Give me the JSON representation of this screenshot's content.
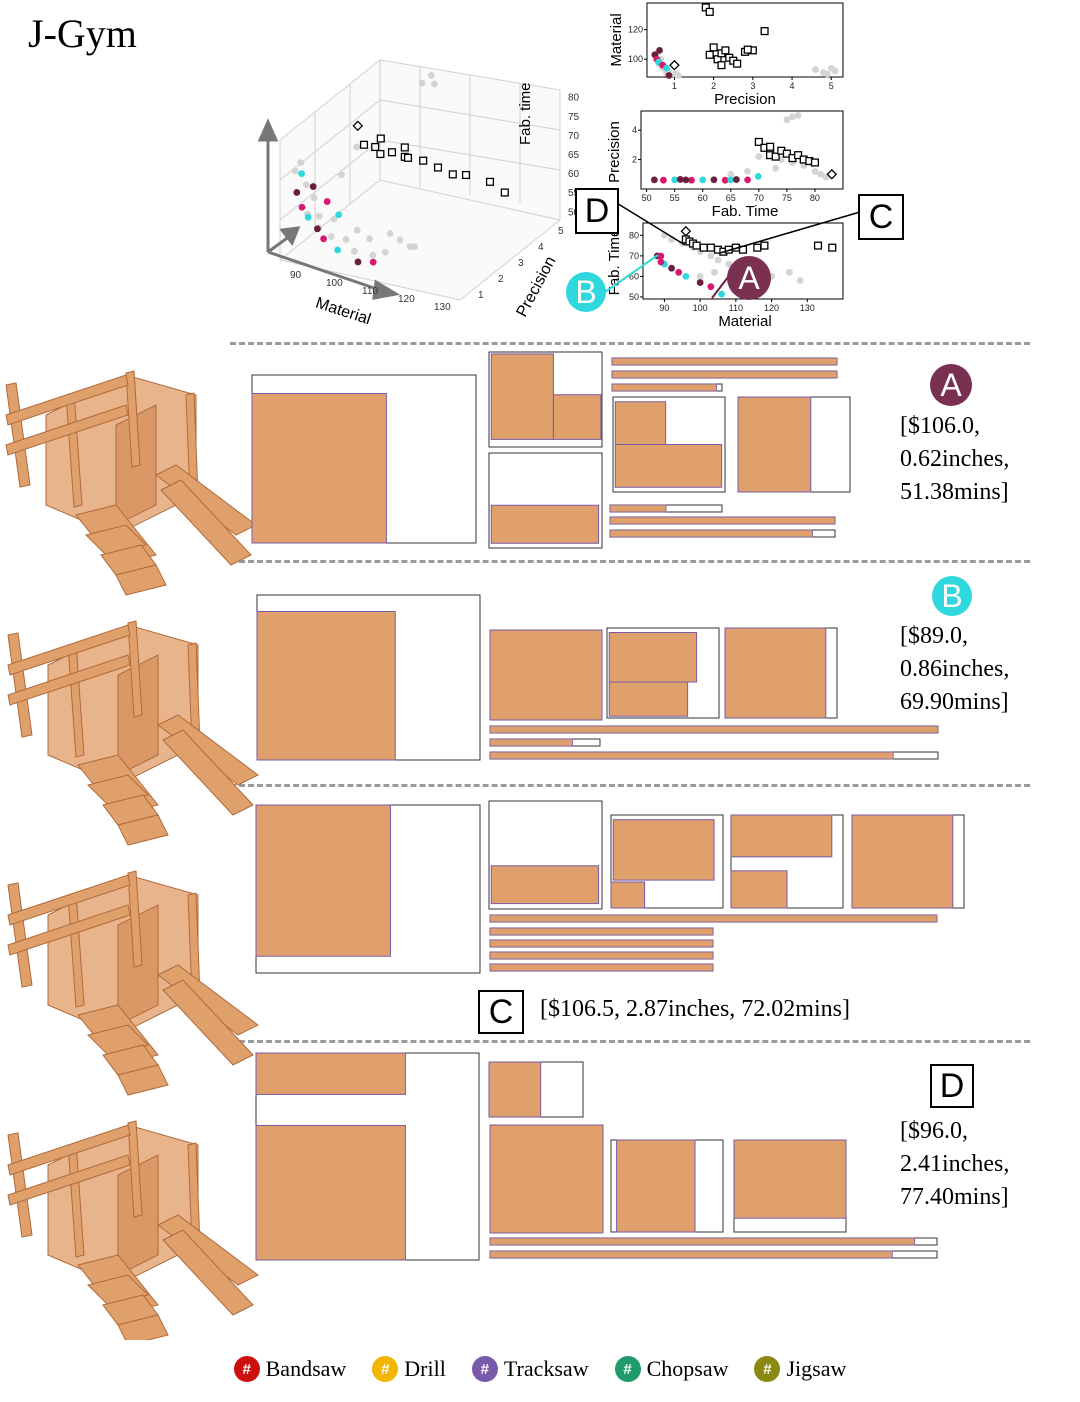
{
  "title": "J-Gym",
  "colors": {
    "wood": "#e0a06c",
    "wood_edge": "#b06a3a",
    "cut_line": "#7a5aa8",
    "pareto_dark": "#6b1f3f",
    "pareto_magenta": "#d6186f",
    "pareto_cyan": "#2fd8dc",
    "other_points": "#d4d4d4",
    "label_A": "#7a3050",
    "label_B": "#2fd8dc"
  },
  "chart_data": [
    {
      "type": "scatter",
      "id": "3d",
      "projection": "3d",
      "xlabel": "Material",
      "ylabel": "Precision",
      "zlabel": "Fab. time",
      "xticks": [
        "90",
        "100",
        "110",
        "120",
        "130"
      ],
      "yticks": [
        "1",
        "2",
        "3",
        "4",
        "5"
      ],
      "zticks": [
        "50",
        "55",
        "60",
        "65",
        "70",
        "75",
        "80"
      ],
      "xlim": [
        85,
        135
      ],
      "ylim": [
        0.5,
        5.5
      ],
      "zlim": [
        48,
        82
      ],
      "series": [
        {
          "role": "other",
          "marker": "circle",
          "points": [
            [
              87,
              0.9,
              70
            ],
            [
              88,
              1.0,
              72
            ],
            [
              89,
              1.1,
              66
            ],
            [
              90,
              1.3,
              62
            ],
            [
              91,
              0.8,
              60
            ],
            [
              92,
              1.2,
              58
            ],
            [
              93,
              1.0,
              56
            ],
            [
              95,
              1.4,
              57
            ],
            [
              97,
              0.9,
              55
            ],
            [
              100,
              1.1,
              54
            ],
            [
              102,
              1.3,
              56
            ],
            [
              104,
              0.8,
              53
            ],
            [
              106,
              1.2,
              55
            ],
            [
              108,
              1.0,
              52
            ],
            [
              110,
              1.5,
              56
            ],
            [
              112,
              0.9,
              54
            ],
            [
              115,
              1.1,
              57
            ],
            [
              118,
              1.3,
              55
            ],
            [
              120,
              0.7,
              58
            ],
            [
              100,
              4.9,
              79
            ],
            [
              102,
              5.0,
              81
            ],
            [
              104,
              4.8,
              80
            ],
            [
              98,
              2.0,
              74
            ],
            [
              96,
              1.6,
              68
            ]
          ]
        },
        {
          "role": "pareto",
          "marker": "circle",
          "points": [
            [
              89,
              0.62,
              66
            ],
            [
              90,
              0.7,
              62
            ],
            [
              92,
              0.65,
              60
            ],
            [
              94,
              0.75,
              57
            ],
            [
              96,
              0.7,
              55
            ],
            [
              100,
              0.68,
              53
            ],
            [
              106,
              0.62,
              51.38
            ],
            [
              110,
              0.66,
              52
            ],
            [
              89,
              0.86,
              69.9
            ],
            [
              92,
              0.9,
              67
            ],
            [
              96,
              0.88,
              64
            ],
            [
              99,
              0.92,
              61
            ]
          ]
        },
        {
          "role": "other_designs",
          "marker": "square",
          "points": [
            [
              100,
              2.0,
              75
            ],
            [
              102,
              2.2,
              74
            ],
            [
              104,
              2.1,
              73
            ],
            [
              103,
              2.3,
              76
            ],
            [
              105,
              2.5,
              72
            ],
            [
              108,
              2.6,
              71
            ],
            [
              110,
              2.4,
              72
            ],
            [
              112,
              2.8,
              70
            ],
            [
              106.5,
              2.87,
              72.02
            ],
            [
              115,
              3.0,
              68
            ],
            [
              118,
              3.2,
              66
            ],
            [
              120,
              3.5,
              65
            ],
            [
              125,
              3.8,
              63
            ],
            [
              128,
              4.0,
              60
            ]
          ]
        },
        {
          "role": "design_D",
          "marker": "diamond",
          "points": [
            [
              96,
              2.41,
              77.4
            ]
          ]
        }
      ]
    },
    {
      "type": "scatter",
      "id": "material-precision",
      "xlabel": "Precision",
      "ylabel": "Material",
      "xticks": [
        "1",
        "2",
        "3",
        "4",
        "5"
      ],
      "yticks": [
        "100",
        "120"
      ],
      "xlim": [
        0.3,
        5.3
      ],
      "ylim": [
        88,
        138
      ],
      "series": [
        {
          "role": "other",
          "marker": "circle",
          "points": [
            [
              0.6,
              97
            ],
            [
              0.7,
              94
            ],
            [
              0.8,
              91
            ],
            [
              0.9,
              90
            ],
            [
              0.65,
              100
            ],
            [
              0.75,
              95
            ],
            [
              0.85,
              92
            ],
            [
              1.0,
              90
            ],
            [
              1.1,
              89
            ],
            [
              0.55,
              104
            ],
            [
              4.6,
              93
            ],
            [
              4.8,
              91
            ],
            [
              5.0,
              94
            ],
            [
              5.1,
              92
            ],
            [
              4.9,
              90
            ]
          ]
        },
        {
          "role": "pareto",
          "marker": "circle",
          "points": [
            [
              0.5,
              103
            ],
            [
              0.55,
              100
            ],
            [
              0.6,
              98
            ],
            [
              0.62,
              106
            ],
            [
              0.7,
              96
            ],
            [
              0.8,
              94
            ],
            [
              0.86,
              89
            ]
          ]
        },
        {
          "role": "other_designs",
          "marker": "square",
          "points": [
            [
              1.8,
              135
            ],
            [
              1.9,
              132
            ],
            [
              1.9,
              103
            ],
            [
              2.0,
              108
            ],
            [
              2.1,
              100
            ],
            [
              2.2,
              104
            ],
            [
              2.3,
              106
            ],
            [
              2.4,
              101
            ],
            [
              2.5,
              99
            ],
            [
              2.6,
              97
            ],
            [
              2.2,
              96
            ],
            [
              2.8,
              105
            ],
            [
              3.0,
              106
            ],
            [
              3.3,
              119
            ],
            [
              2.87,
              106.5
            ]
          ]
        },
        {
          "role": "design_D",
          "marker": "diamond",
          "points": [
            [
              1.0,
              96
            ]
          ]
        }
      ]
    },
    {
      "type": "scatter",
      "id": "precision-fabtime",
      "xlabel": "Fab. Time",
      "ylabel": "Precision",
      "xticks": [
        "50",
        "55",
        "60",
        "65",
        "70",
        "75",
        "80"
      ],
      "yticks": [
        "2",
        "4"
      ],
      "xlim": [
        49,
        85
      ],
      "ylim": [
        0,
        5.3
      ],
      "series": [
        {
          "role": "other",
          "marker": "circle",
          "points": [
            [
              70,
              2.2
            ],
            [
              72,
              2.5
            ],
            [
              74,
              2.0
            ],
            [
              76,
              1.8
            ],
            [
              78,
              1.6
            ],
            [
              80,
              1.2
            ],
            [
              81,
              1.0
            ],
            [
              82,
              0.8
            ],
            [
              75,
              4.7
            ],
            [
              76,
              4.9
            ],
            [
              77,
              5.0
            ],
            [
              65,
              1.0
            ],
            [
              68,
              1.2
            ],
            [
              73,
              1.4
            ]
          ]
        },
        {
          "role": "pareto",
          "marker": "circle",
          "points": [
            [
              51.38,
              0.62
            ],
            [
              53,
              0.6
            ],
            [
              55,
              0.62
            ],
            [
              56,
              0.65
            ],
            [
              58,
              0.6
            ],
            [
              60,
              0.62
            ],
            [
              62,
              0.63
            ],
            [
              64,
              0.6
            ],
            [
              65,
              0.62
            ],
            [
              66,
              0.64
            ],
            [
              68,
              0.62
            ],
            [
              69.9,
              0.86
            ],
            [
              57,
              0.62
            ]
          ]
        },
        {
          "role": "other_designs",
          "marker": "square",
          "points": [
            [
              70,
              3.2
            ],
            [
              71,
              2.8
            ],
            [
              72,
              2.5
            ],
            [
              72,
              2.3
            ],
            [
              73,
              2.2
            ],
            [
              74,
              2.6
            ],
            [
              75,
              2.4
            ],
            [
              76,
              2.1
            ],
            [
              77,
              2.3
            ],
            [
              78,
              2.0
            ],
            [
              79,
              1.9
            ],
            [
              80,
              1.8
            ],
            [
              72.02,
              2.87
            ]
          ]
        },
        {
          "role": "design_D",
          "marker": "diamond",
          "points": [
            [
              83,
              1.0
            ]
          ]
        }
      ]
    },
    {
      "type": "scatter",
      "id": "fabtime-material",
      "xlabel": "Material",
      "ylabel": "Fab. Time",
      "xticks": [
        "90",
        "100",
        "110",
        "120",
        "130"
      ],
      "yticks": [
        "50",
        "60",
        "70",
        "80"
      ],
      "xlim": [
        84,
        140
      ],
      "ylim": [
        49,
        86
      ],
      "series": [
        {
          "role": "other",
          "marker": "circle",
          "points": [
            [
              90,
              80
            ],
            [
              92,
              78
            ],
            [
              95,
              76
            ],
            [
              98,
              74
            ],
            [
              100,
              72
            ],
            [
              103,
              70
            ],
            [
              105,
              68
            ],
            [
              108,
              66
            ],
            [
              110,
              63
            ],
            [
              113,
              61
            ],
            [
              115,
              58
            ],
            [
              118,
              56
            ],
            [
              120,
              60
            ],
            [
              125,
              62
            ],
            [
              128,
              58
            ],
            [
              100,
              60
            ],
            [
              104,
              62
            ]
          ]
        },
        {
          "role": "pareto",
          "marker": "circle",
          "points": [
            [
              88,
              70
            ],
            [
              89,
              69.9
            ],
            [
              90,
              66
            ],
            [
              92,
              64
            ],
            [
              94,
              62
            ],
            [
              96,
              60
            ],
            [
              100,
              57
            ],
            [
              103,
              55
            ],
            [
              106,
              51.38
            ],
            [
              110,
              53
            ],
            [
              89,
              67
            ]
          ]
        },
        {
          "role": "other_designs",
          "marker": "square",
          "points": [
            [
              96,
              78
            ],
            [
              97,
              77
            ],
            [
              98,
              76
            ],
            [
              99,
              75
            ],
            [
              101,
              74
            ],
            [
              103,
              74
            ],
            [
              105,
              73
            ],
            [
              106.5,
              72.02
            ],
            [
              108,
              73
            ],
            [
              110,
              74
            ],
            [
              112,
              73
            ],
            [
              116,
              74
            ],
            [
              118,
              75
            ],
            [
              133,
              75
            ],
            [
              137,
              74
            ]
          ]
        },
        {
          "role": "design_D",
          "marker": "diamond",
          "points": [
            [
              96,
              82
            ]
          ]
        }
      ]
    }
  ],
  "callouts": {
    "A": "A",
    "B": "B",
    "C": "C",
    "D": "D"
  },
  "designs": {
    "A": {
      "label": "A",
      "stats_lines": [
        "[$106.0,",
        "0.62inches,",
        "51.38mins]"
      ]
    },
    "B": {
      "label": "B",
      "stats_lines": [
        "[$89.0,",
        "0.86inches,",
        "69.90mins]"
      ]
    },
    "C": {
      "label": "C",
      "stats_inline": "[$106.5, 2.87inches, 72.02mins]"
    },
    "D": {
      "label": "D",
      "stats_lines": [
        "[$96.0,",
        "2.41inches,",
        "77.40mins]"
      ]
    }
  },
  "legend": [
    {
      "name": "Bandsaw",
      "color": "#cc1010"
    },
    {
      "name": "Drill",
      "color": "#f2b600"
    },
    {
      "name": "Tracksaw",
      "color": "#7a5aa8"
    },
    {
      "name": "Chopsaw",
      "color": "#1f9a6a"
    },
    {
      "name": "Jigsaw",
      "color": "#8a8a10"
    }
  ],
  "legend_glyph": "#"
}
